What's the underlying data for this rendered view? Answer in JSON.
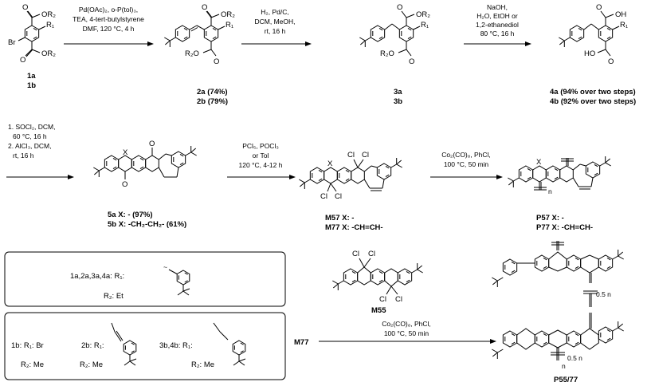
{
  "scheme": {
    "step1": {
      "reagents": [
        "Pd(OAc)₂, o-P(tol)₃,",
        "TEA, 4-tert-butylstyrene",
        "DMF, 120 °C, 4 h"
      ]
    },
    "step2": {
      "reagents": [
        "H₂, Pd/C,",
        "DCM, MeOH,",
        "rt, 16 h"
      ]
    },
    "step3": {
      "reagents": [
        "NaOH,",
        "H₂O, EtOH or",
        "1,2-ethanediol",
        "80 °C, 16 h"
      ]
    },
    "step4": {
      "reagents": [
        "1. SOCl₂, DCM,",
        "60 °C, 16 h",
        "2. AlCl₃, DCM,",
        "rt, 16 h"
      ]
    },
    "step5": {
      "reagents": [
        "PCl₅, POCl₃",
        "or Tol",
        "120 °C, 4-12 h"
      ]
    },
    "step6": {
      "reagents": [
        "Co₂(CO)₈, PhCl,",
        "100 °C, 50 min"
      ]
    },
    "step7": {
      "reagents": [
        "Co₂(CO)₈, PhCl,",
        "100 °C, 50 min"
      ]
    },
    "compounds": {
      "c1": {
        "line1": "1a",
        "line2": "1b"
      },
      "c2": {
        "line1": "2a (74%)",
        "line2": "2b (79%)"
      },
      "c3": {
        "line1": "3a",
        "line2": "3b"
      },
      "c4": {
        "line1": "4a (94% over two steps)",
        "line2": "4b (92% over two steps)"
      },
      "c5": {
        "line1": "5a X: - (97%)",
        "line2": "5b X: -CH₂-CH₂- (61%)"
      },
      "m": {
        "line1": "M57 X: -",
        "line2": "M77 X: -CH=CH-"
      },
      "p": {
        "line1": "P57 X: -",
        "line2": "P77 X: -CH=CH-"
      },
      "m55": "M55",
      "m77": "M77",
      "p5577": "P55/77"
    },
    "atoms": {
      "or2": "OR₂",
      "r1": "R₁",
      "r2o": "R₂O",
      "br": "Br",
      "oh": "OH",
      "ho": "HO",
      "x": "X",
      "cl": "Cl",
      "o": "O",
      "n": "n",
      "half_n": "0.5 n"
    },
    "legend": {
      "box1_label": "1a,2a,3a,4a: R₁:",
      "box1_r2": "R₂: Et",
      "b2_1b": "1b: R₁: Br",
      "b2_1b_r2": "R₂: Me",
      "b2_2b": "2b: R₁:",
      "b2_2b_r2": "R₂: Me",
      "b2_3b": "3b,4b: R₁:",
      "b2_3b_r2": "R₂: Me"
    }
  }
}
